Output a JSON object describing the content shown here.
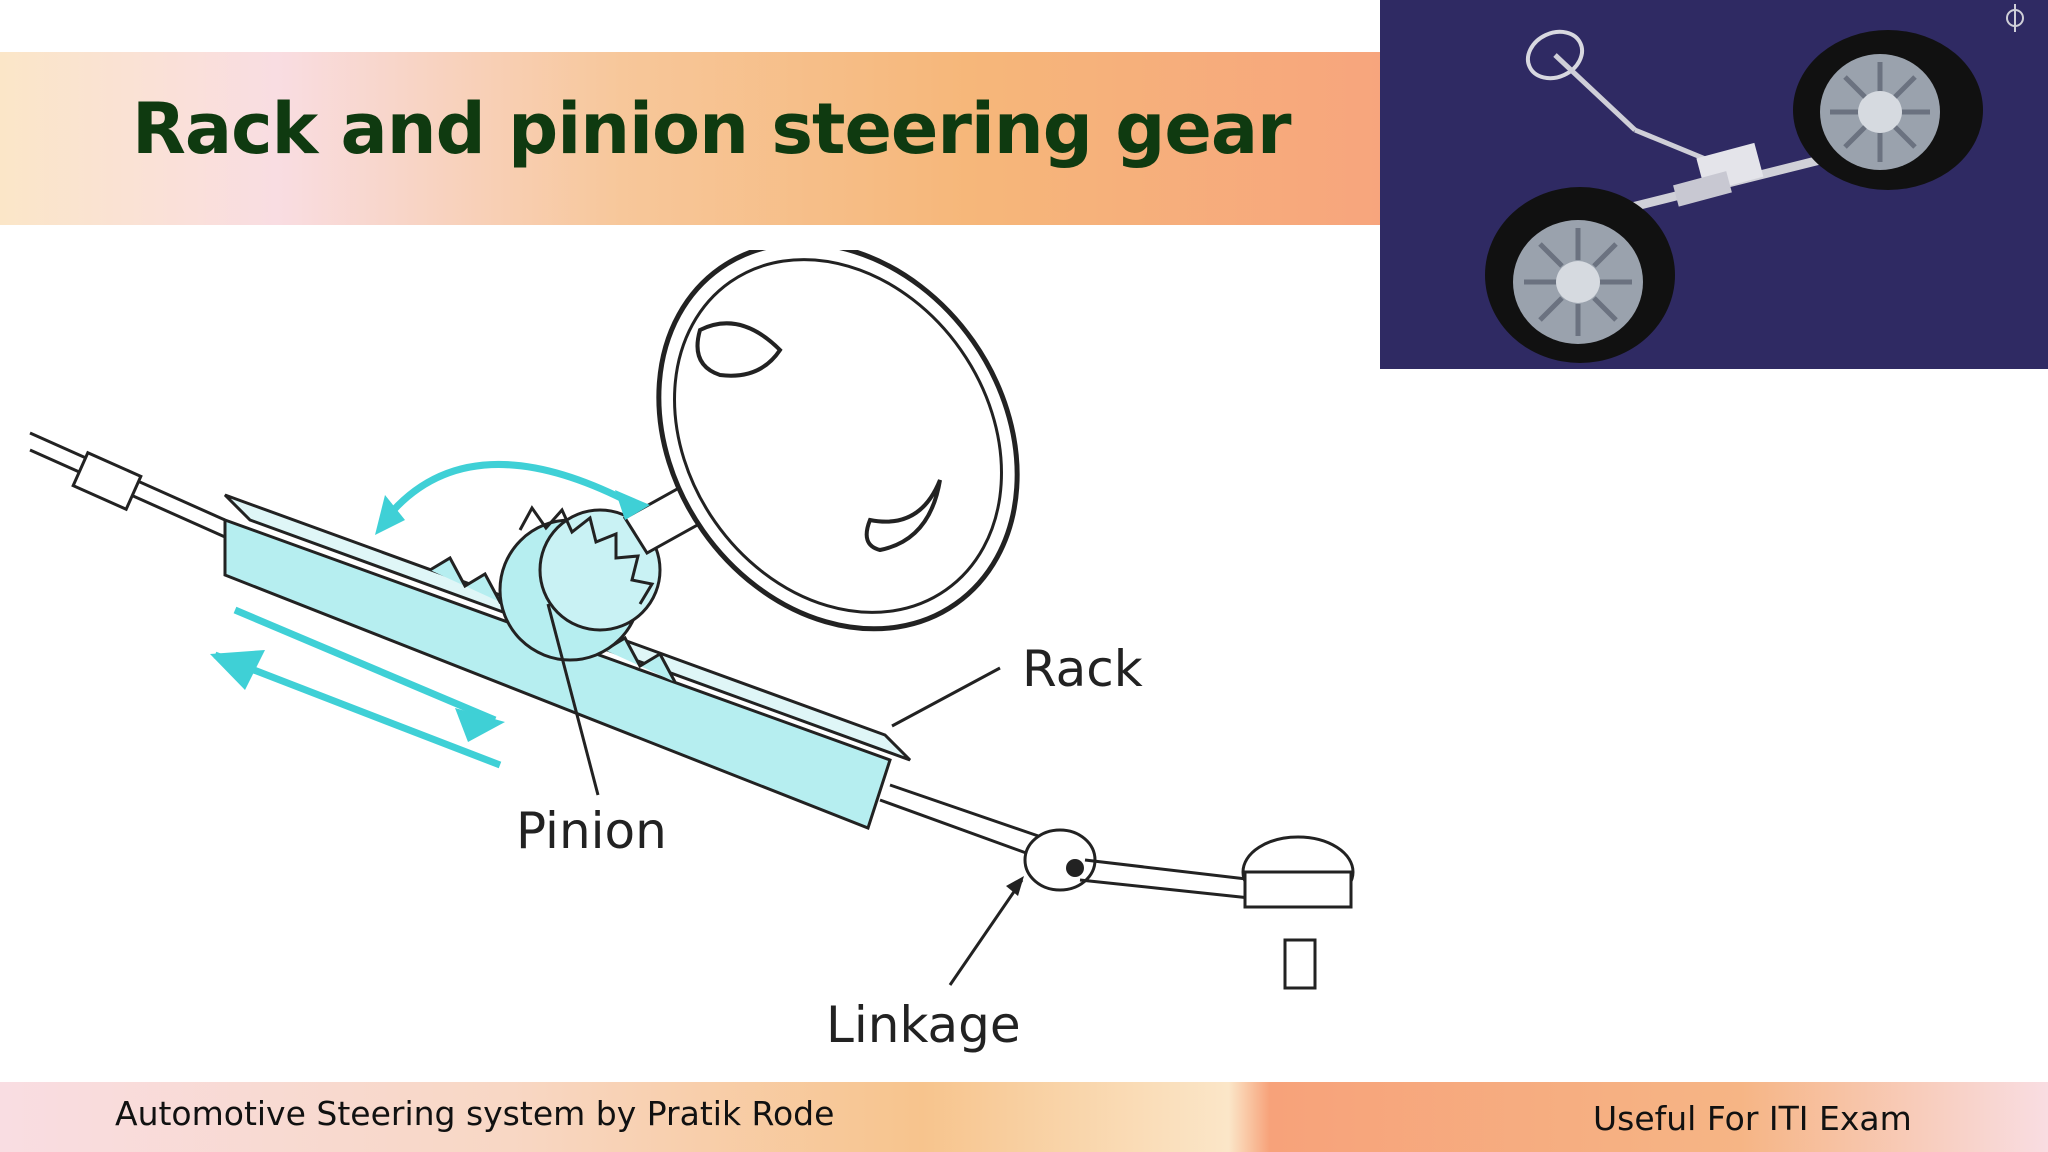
{
  "slide": {
    "title": "Rack and pinion steering gear",
    "title_color": "#0f3a10"
  },
  "diagram": {
    "labels": {
      "rack": "Rack",
      "pinion": "Pinion",
      "linkage": "Linkage"
    },
    "rack_color": "#b6eef0",
    "arrow_color": "#3fd0d6"
  },
  "inset_image": {
    "background": "#2f2a63"
  },
  "footer": {
    "left_text": "Automotive Steering system by Pratik Rode",
    "right_text": "Useful For ITI Exam"
  }
}
